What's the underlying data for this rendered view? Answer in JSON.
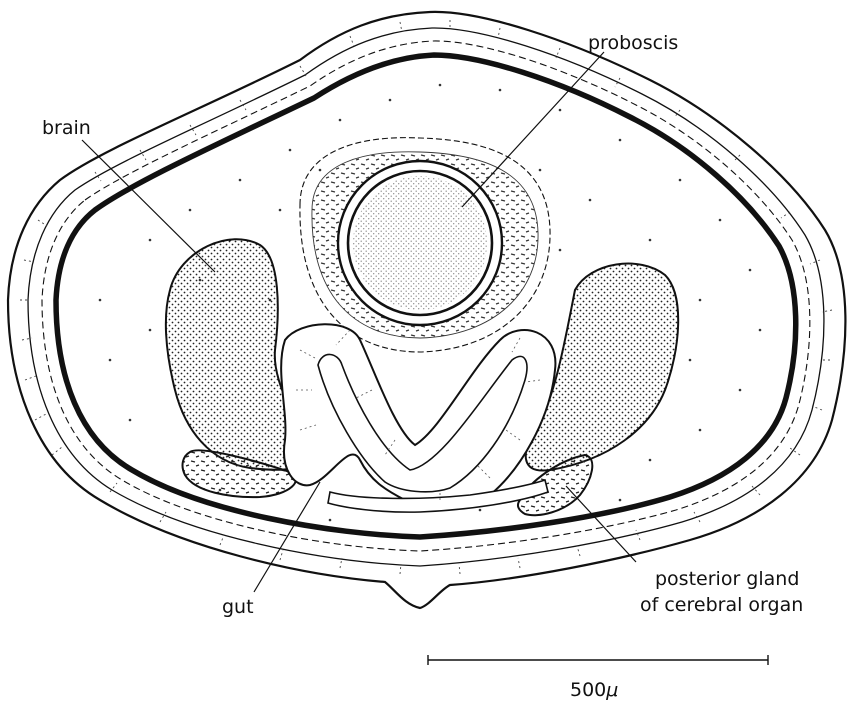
{
  "labels": {
    "proboscis": "proboscis",
    "brain": "brain",
    "gut": "gut",
    "gland_line1": "posterior gland",
    "gland_line2": "of cerebral organ"
  },
  "scale_bar": {
    "label": "500",
    "unit": "μ"
  }
}
